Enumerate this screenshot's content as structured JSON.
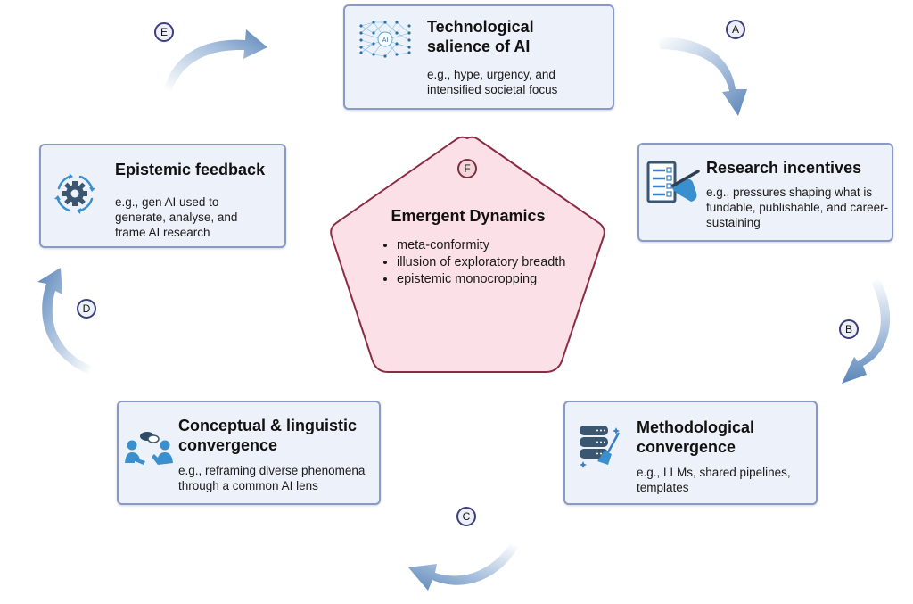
{
  "diagram": {
    "colors": {
      "box_fill": "#edf2fa",
      "box_border": "#8a9ac4",
      "icon_blue": "#3a7fc1",
      "icon_dark": "#3a5670",
      "pentagon_fill": "#fbe1e7",
      "pentagon_border": "#8b2c44",
      "arrow_blue": "#5b85b8"
    },
    "nodes": [
      {
        "id": "technological-salience",
        "icon": "neural-network-ai-icon",
        "title_line1": "Technological",
        "title_line2": "salience of AI",
        "desc_line1": "e.g., hype, urgency, and",
        "desc_line2": "intensified societal focus"
      },
      {
        "id": "research-incentives",
        "icon": "checklist-hand-icon",
        "title_line1": "Research incentives",
        "desc_line1": "e.g., pressures shaping what is",
        "desc_line2": "fundable, publishable, and career-",
        "desc_line3": "sustaining"
      },
      {
        "id": "methodological-convergence",
        "icon": "database-broom-icon",
        "title_line1": "Methodological",
        "title_line2": "convergence",
        "desc_line1": "e.g., LLMs, shared pipelines,",
        "desc_line2": "templates"
      },
      {
        "id": "conceptual-linguistic-convergence",
        "icon": "conversation-people-icon",
        "title_line1": "Conceptual & linguistic",
        "title_line2": "convergence",
        "desc_line1": "e.g., reframing diverse phenomena",
        "desc_line2": "through a common AI lens"
      },
      {
        "id": "epistemic-feedback",
        "icon": "gear-cycle-icon",
        "title_line1": "Epistemic feedback",
        "desc_line1": "e.g., gen AI used to",
        "desc_line2": "generate, analyse, and",
        "desc_line3": "frame AI research"
      }
    ],
    "center": {
      "badge": "F",
      "title": "Emergent Dynamics",
      "items": [
        "meta-conformity",
        "illusion of exploratory breadth",
        "epistemic monocropping"
      ]
    },
    "arrows": [
      {
        "label": "A",
        "from": "Technological salience of AI",
        "to": "Research incentives"
      },
      {
        "label": "B",
        "from": "Research incentives",
        "to": "Methodological convergence"
      },
      {
        "label": "C",
        "from": "Methodological convergence",
        "to": "Conceptual & linguistic convergence"
      },
      {
        "label": "D",
        "from": "Conceptual & linguistic convergence",
        "to": "Epistemic feedback"
      },
      {
        "label": "E",
        "from": "Epistemic feedback",
        "to": "Technological salience of AI"
      }
    ],
    "ai_chip_label": "AI"
  }
}
